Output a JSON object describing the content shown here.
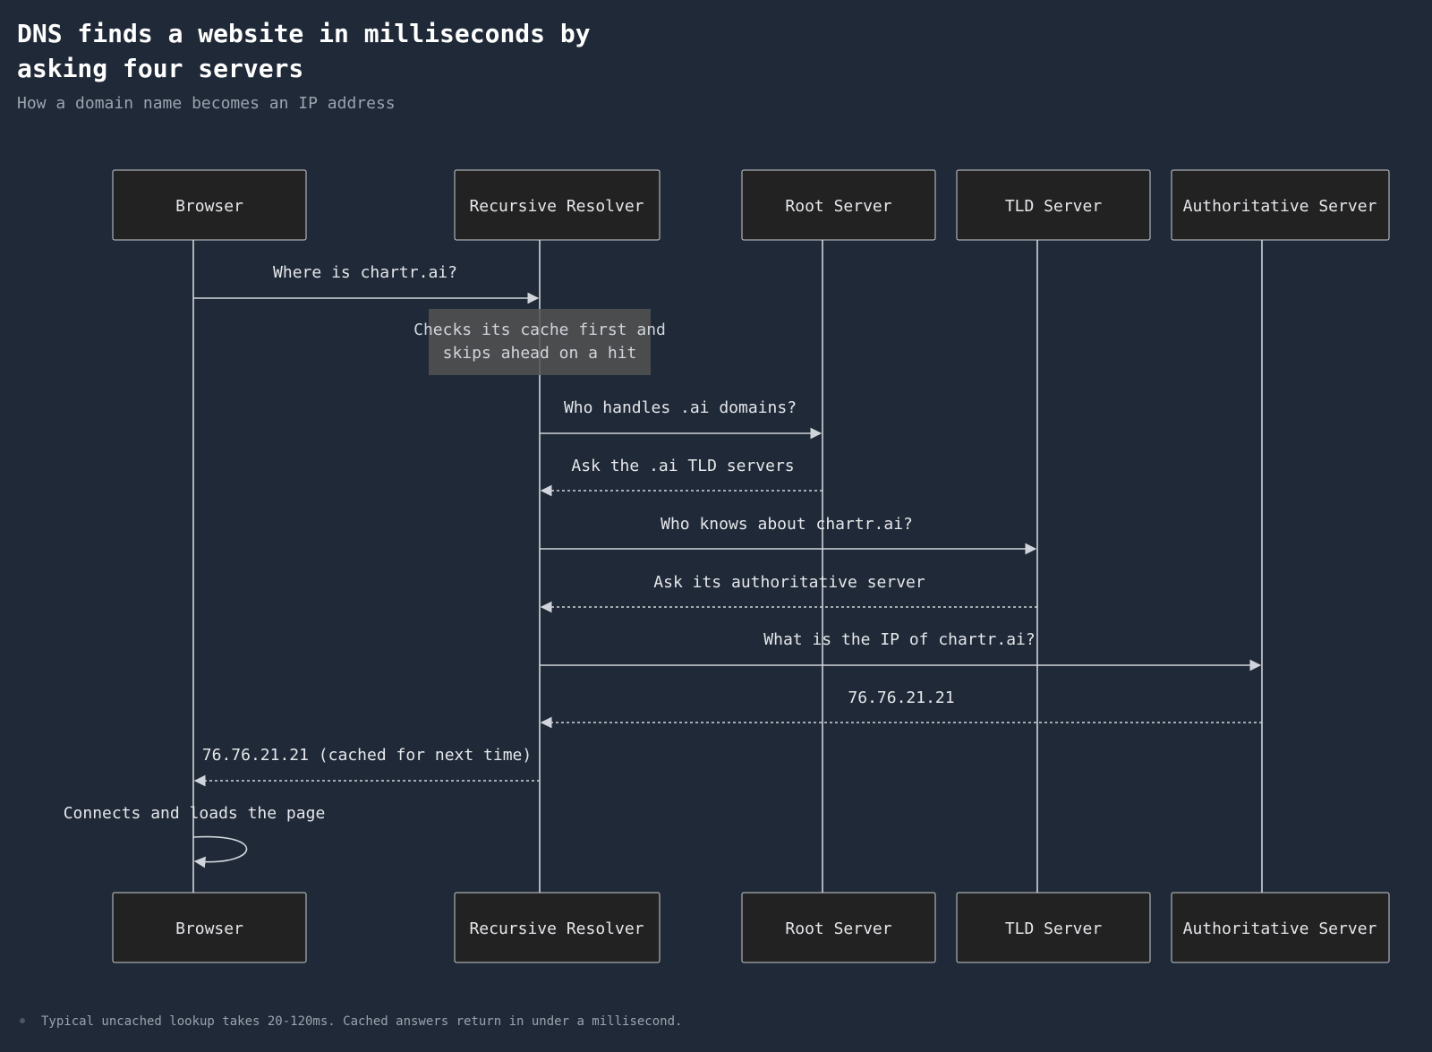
{
  "header": {
    "title": "DNS finds a website in milliseconds by asking four servers",
    "subtitle": "How a domain name becomes an IP address"
  },
  "diagram": {
    "type": "sequence",
    "participants": [
      {
        "id": "browser",
        "label": "Browser"
      },
      {
        "id": "resolver",
        "label": "Recursive Resolver"
      },
      {
        "id": "root",
        "label": "Root Server"
      },
      {
        "id": "tld",
        "label": "TLD Server"
      },
      {
        "id": "auth",
        "label": "Authoritative Server"
      }
    ],
    "messages": [
      {
        "from": "browser",
        "to": "resolver",
        "label": "Where is chartr.ai?",
        "style": "solid"
      },
      {
        "from": "resolver",
        "to": "root",
        "label": "Who handles .ai domains?",
        "style": "solid"
      },
      {
        "from": "root",
        "to": "resolver",
        "label": "Ask the .ai TLD servers",
        "style": "dashed"
      },
      {
        "from": "resolver",
        "to": "tld",
        "label": "Who knows about chartr.ai?",
        "style": "solid"
      },
      {
        "from": "tld",
        "to": "resolver",
        "label": "Ask its authoritative server",
        "style": "dashed"
      },
      {
        "from": "resolver",
        "to": "auth",
        "label": "What is the IP of chartr.ai?",
        "style": "solid"
      },
      {
        "from": "auth",
        "to": "resolver",
        "label": "76.76.21.21",
        "style": "dashed"
      },
      {
        "from": "resolver",
        "to": "browser",
        "label": "76.76.21.21 (cached for next time)",
        "style": "dashed"
      },
      {
        "from": "browser",
        "to": "browser",
        "label": "Connects and loads the page",
        "style": "solid"
      }
    ],
    "note": {
      "over": "resolver",
      "lines": [
        "Checks its cache first and",
        "skips ahead on a hit"
      ]
    }
  },
  "footnote": "Typical uncached lookup takes 20-120ms. Cached answers return in under a millisecond.",
  "colors": {
    "background": "#1f2937",
    "actor_fill": "#222222",
    "line": "#d1d5db",
    "note_fill": "#525252"
  }
}
